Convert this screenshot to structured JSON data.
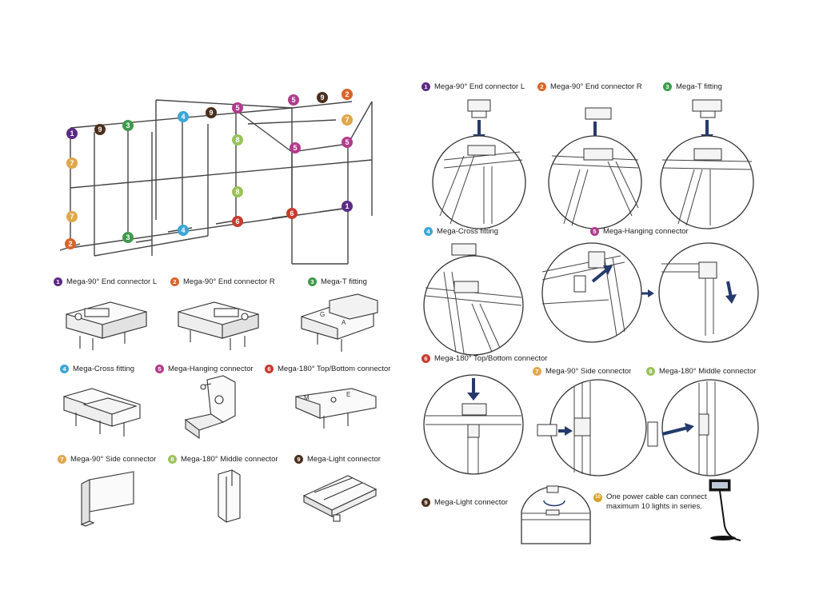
{
  "colors": {
    "c1": "#5b2a86",
    "c2": "#d9642a",
    "c3": "#3f9a4c",
    "c4": "#3aa7d8",
    "c5": "#b23b8c",
    "c6": "#c93b2f",
    "c7": "#e0a84b",
    "c8": "#9ac25a",
    "c9": "#4a2f1c",
    "c10": "#d8a22a",
    "arrow": "#253a6b"
  },
  "numbers": [
    "1",
    "2",
    "3",
    "4",
    "5",
    "6",
    "7",
    "8",
    "9",
    "10"
  ],
  "legend_left": {
    "l1": "Mega-90° End connector L",
    "l2": "Mega-90° End connector R",
    "l3": "Mega-T fitting",
    "l4": "Mega-Cross fitting",
    "l5": "Mega-Hanging connector",
    "l6": "Mega-180° Top/Bottom connector",
    "l7": "Mega-90° Side connector",
    "l8": "Mega-180° Middle connector",
    "l9": "Mega-Light connector"
  },
  "steps": {
    "s1": "Mega-90° End connector L",
    "s2": "Mega-90° End connector R",
    "s3": "Mega-T fitting",
    "s4": "Mega-Cross fitting",
    "s5": "Mega-Hanging connector",
    "s6": "Mega-180° Top/Bottom connector",
    "s7": "Mega-90° Side connector",
    "s8": "Mega-180° Middle connector",
    "s9": "Mega-Light connector"
  },
  "note10_line1": "One power cable can connect",
  "note10_line2": "maximum 10 lights in series."
}
